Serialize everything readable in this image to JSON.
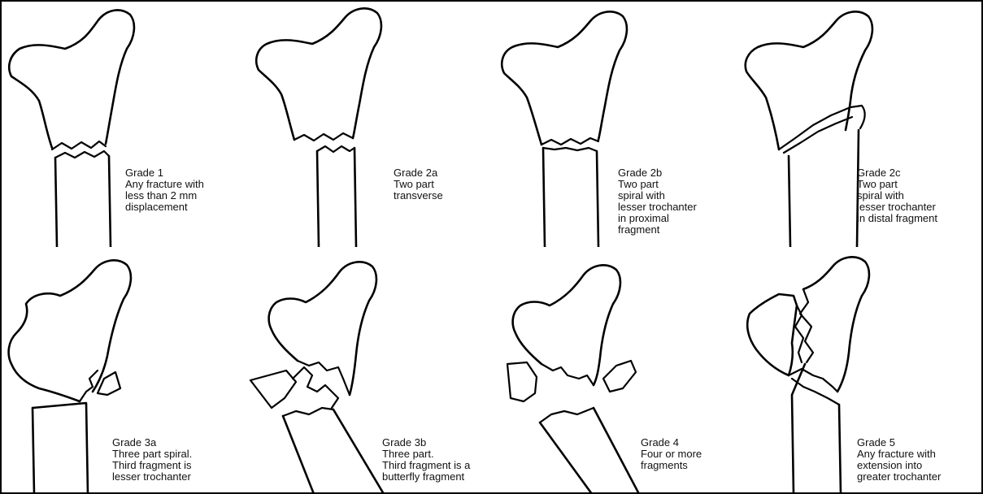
{
  "grades": [
    {
      "id": "grade-1",
      "lines": [
        "Grade 1",
        "Any fracture with",
        "less than 2 mm",
        "displacement"
      ]
    },
    {
      "id": "grade-2a",
      "lines": [
        "Grade 2a",
        "Two part",
        "transverse"
      ]
    },
    {
      "id": "grade-2b",
      "lines": [
        "Grade 2b",
        "Two part",
        "spiral with",
        "lesser trochanter",
        "in proximal",
        "fragment"
      ]
    },
    {
      "id": "grade-2c",
      "lines": [
        "Grade 2c",
        "Two part",
        "spiral with",
        "lesser trochanter",
        "in distal fragment"
      ]
    },
    {
      "id": "grade-3a",
      "lines": [
        "Grade 3a",
        "Three part spiral.",
        "Third fragment is",
        "lesser trochanter"
      ]
    },
    {
      "id": "grade-3b",
      "lines": [
        "Grade 3b",
        "Three part.",
        "Third fragment is a",
        "butterfly fragment"
      ]
    },
    {
      "id": "grade-4",
      "lines": [
        "Grade 4",
        "Four or more",
        "fragments"
      ]
    },
    {
      "id": "grade-5",
      "lines": [
        "Grade 5",
        "Any fracture with",
        "extension into",
        "greater trochanter"
      ]
    }
  ]
}
